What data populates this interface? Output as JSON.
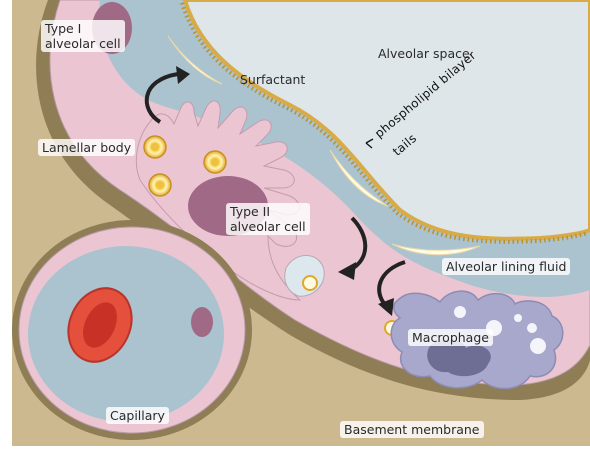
{
  "labels": {
    "type1": "Type I\nalveolar cell",
    "alveolar_space": "Alveolar space",
    "surfactant": "Surfactant",
    "lamellar_body": "Lamellar body",
    "type2": "Type II\nalveolar cell",
    "lining_fluid": "Alveolar lining fluid",
    "macrophage": "Macrophage",
    "capillary": "Capillary",
    "basement": "Basement membrane"
  },
  "handwriting": {
    "line1": "phospholipid bilayer",
    "line2": "tails"
  },
  "colors": {
    "tissue": "#cdb98f",
    "membrane": "#8a7a54",
    "cell_pink": "#ebc6d2",
    "fluid": "#aac3cf",
    "airspace": "#dfe6ea",
    "surfactant_gold": "#d8ab47",
    "macrophage": "#a8a8cc",
    "rbc": "#e4503c"
  }
}
